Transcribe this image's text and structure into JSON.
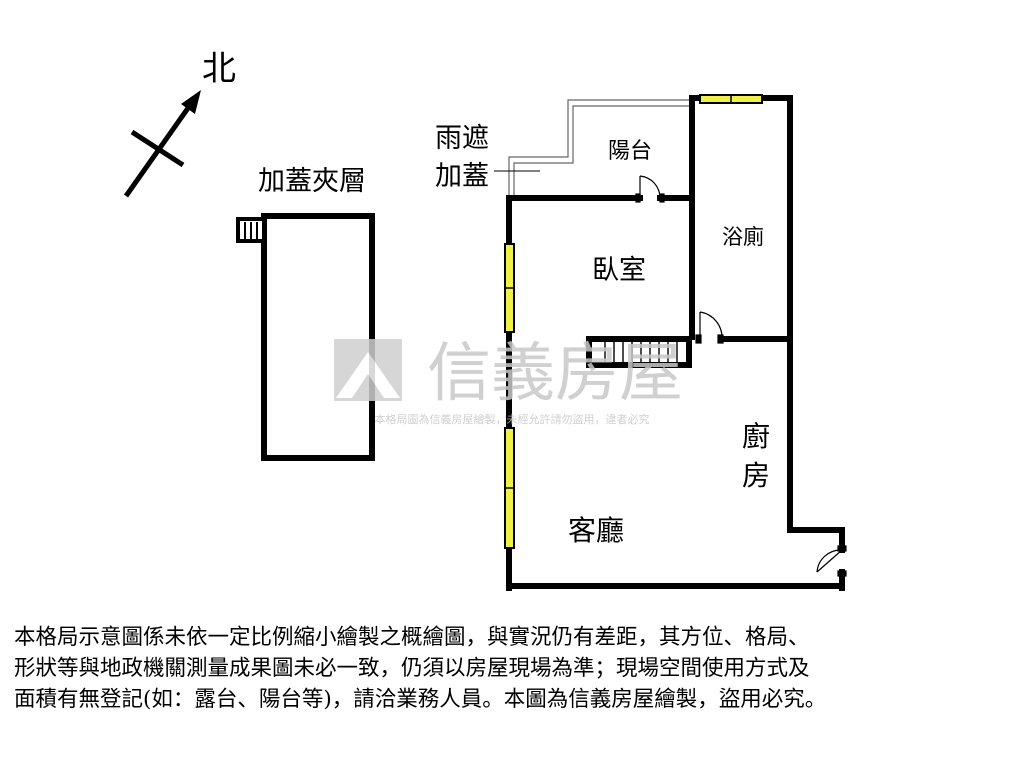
{
  "compass": {
    "north_label": "北"
  },
  "mezzanine": {
    "label": "加蓋夾層"
  },
  "rain_cover": {
    "line1": "雨遮",
    "line2": "加蓋"
  },
  "rooms": {
    "balcony": "陽台",
    "bathroom": "浴廁",
    "bedroom": "臥室",
    "kitchen_line1": "廚",
    "kitchen_line2": "房",
    "living_room": "客廳"
  },
  "watermark": {
    "brand": "信義房屋",
    "notice": "本格局圖為信義房屋繪製，未經允許請勿盜用，違者必究"
  },
  "disclaimer": {
    "line1": "本格局示意圖係未依一定比例縮小繪製之概繪圖，與實況仍有差距，其方位、格局、",
    "line2": "形狀等與地政機關測量成果圖未必一致，仍須以房屋現場為準；現場空間使用方式及",
    "line3": "面積有無登記(如：露台、陽台等)，請洽業務人員。本圖為信義房屋繪製，盜用必究。"
  },
  "colors": {
    "wall": "#000000",
    "window_fill": "#f0f04a",
    "watermark": "#c8c8c8"
  }
}
